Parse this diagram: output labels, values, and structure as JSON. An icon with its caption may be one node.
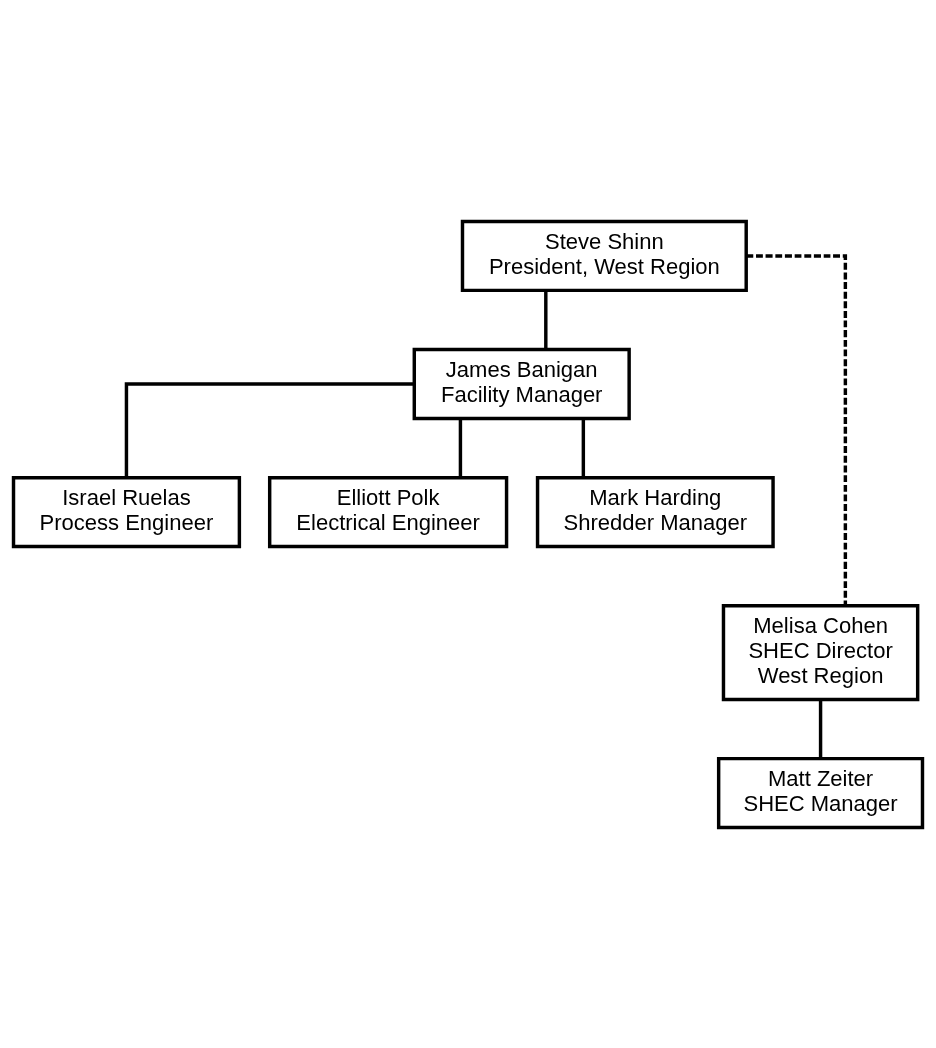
{
  "diagram": {
    "nodes": [
      {
        "text": [
          "Steve Shinn",
          "President, West Region"
        ]
      },
      {
        "text": [
          "James Banigan",
          "Facility Manager"
        ]
      },
      {
        "text": [
          "Israel Ruelas",
          "Process Engineer"
        ]
      },
      {
        "text": [
          "Elliott Polk",
          "Electrical Engineer"
        ]
      },
      {
        "text": [
          "Mark Harding",
          "Shredder Manager"
        ]
      },
      {
        "text": [
          "Melisa Cohen",
          "SHEC Director",
          "West Region"
        ]
      },
      {
        "text": [
          "Matt Zeiter",
          "SHEC Manager"
        ]
      }
    ],
    "edges": [
      {
        "from": 0,
        "to": 1,
        "arrow": "none"
      },
      {
        "from": 1,
        "to": 2,
        "arrow": "none"
      },
      {
        "from": 1,
        "to": 3,
        "arrow": "none"
      },
      {
        "from": 1,
        "to": 4,
        "arrow": "none"
      },
      {
        "from": 0,
        "to": 5,
        "arrow": "none",
        "style": "dashed"
      },
      {
        "from": 5,
        "to": 6,
        "arrow": "none"
      }
    ]
  }
}
